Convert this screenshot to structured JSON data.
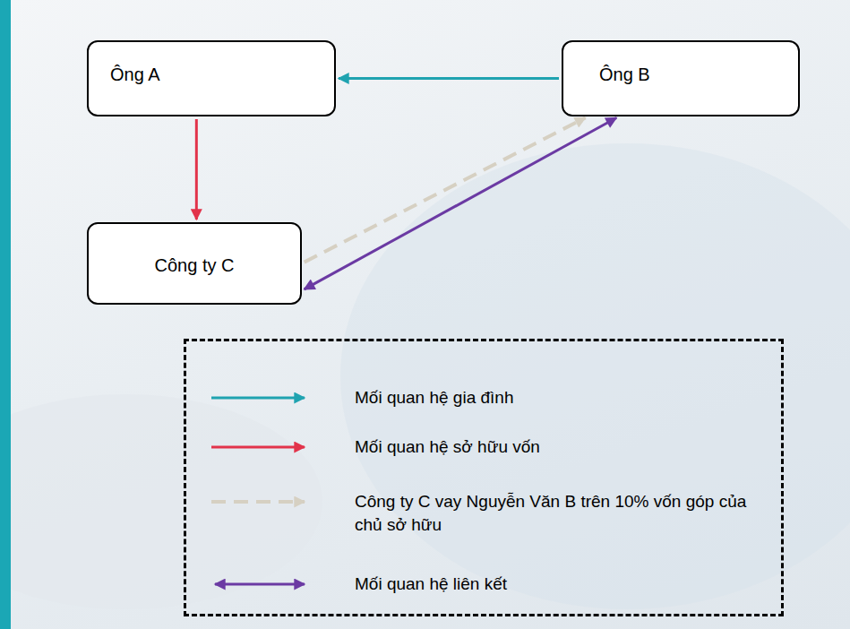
{
  "diagram": {
    "nodes": [
      {
        "text": [
          "Ông A"
        ]
      },
      {
        "text": [
          "Ông B"
        ]
      },
      {
        "text": [
          "Công ty C"
        ]
      }
    ],
    "edges": [
      {
        "from": 1,
        "to": 0,
        "arrow": "to"
      },
      {
        "from": 0,
        "to": 2,
        "arrow": "to"
      },
      {
        "from": 2,
        "to": 1,
        "arrow": "to"
      },
      {
        "from": 2,
        "to": 1,
        "arrow": "both"
      }
    ],
    "legend": [
      {
        "text": "Mối quan hệ gia đình"
      },
      {
        "text": "Mối quan hệ sở hữu vốn"
      },
      {
        "text": "Công ty C vay Nguyễn Văn B trên 10% vốn góp của chủ sở hữu"
      },
      {
        "text": "Mối quan hệ liên kết"
      }
    ]
  }
}
